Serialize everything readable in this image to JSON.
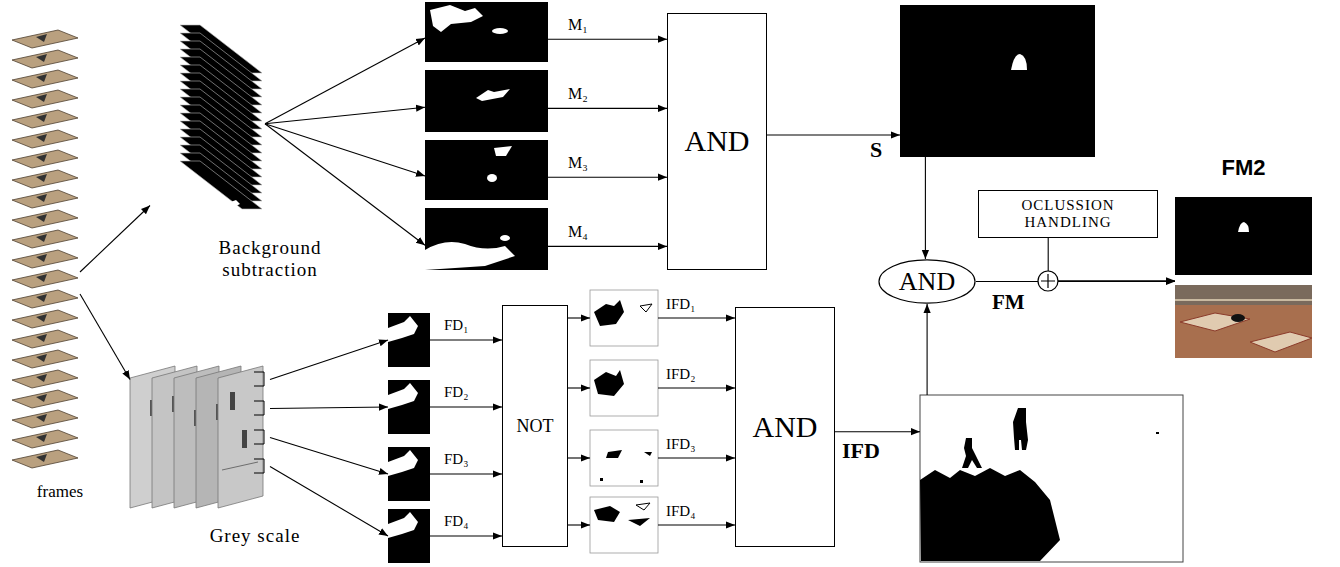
{
  "diagram": {
    "nodes": [
      {
        "text": [
          "frames"
        ]
      },
      {
        "text": [
          "Background subtraction"
        ]
      },
      {
        "text": [
          "M₁"
        ]
      },
      {
        "text": [
          "M₂"
        ]
      },
      {
        "text": [
          "M₃"
        ]
      },
      {
        "text": [
          "M₄"
        ]
      },
      {
        "text": [
          "AND"
        ]
      },
      {
        "text": [
          "S"
        ]
      },
      {
        "text": [
          "OCLUSSION HANDLING"
        ]
      },
      {
        "text": [
          "FM2"
        ]
      },
      {
        "text": [
          "AND"
        ]
      },
      {
        "text": [
          "Grey scale"
        ]
      },
      {
        "text": [
          "FD₁"
        ]
      },
      {
        "text": [
          "FD₂"
        ]
      },
      {
        "text": [
          "FD₃"
        ]
      },
      {
        "text": [
          "FD₄"
        ]
      },
      {
        "text": [
          "NOT"
        ]
      },
      {
        "text": [
          "IFD₁"
        ]
      },
      {
        "text": [
          "IFD₂"
        ]
      },
      {
        "text": [
          "IFD₃"
        ]
      },
      {
        "text": [
          "IFD₄"
        ]
      },
      {
        "text": [
          "AND"
        ]
      },
      {
        "text": [
          "IFD"
        ]
      }
    ],
    "edges": [
      {
        "from": 0,
        "to": 1,
        "arrow": "to"
      },
      {
        "from": 0,
        "to": 11,
        "arrow": "to"
      },
      {
        "from": 1,
        "to": 2,
        "arrow": "to"
      },
      {
        "from": 1,
        "to": 3,
        "arrow": "to"
      },
      {
        "from": 1,
        "to": 4,
        "arrow": "to"
      },
      {
        "from": 1,
        "to": 5,
        "arrow": "to"
      },
      {
        "from": 2,
        "to": 6,
        "arrow": "to"
      },
      {
        "from": 3,
        "to": 6,
        "arrow": "to"
      },
      {
        "from": 4,
        "to": 6,
        "arrow": "to"
      },
      {
        "from": 5,
        "to": 6,
        "arrow": "to"
      },
      {
        "from": 6,
        "to": 7,
        "arrow": "to"
      },
      {
        "from": 7,
        "to": 10,
        "arrow": "to"
      },
      {
        "from": 11,
        "to": 12,
        "arrow": "to"
      },
      {
        "from": 11,
        "to": 13,
        "arrow": "to"
      },
      {
        "from": 11,
        "to": 14,
        "arrow": "to"
      },
      {
        "from": 11,
        "to": 15,
        "arrow": "to"
      },
      {
        "from": 12,
        "to": 16,
        "arrow": "to"
      },
      {
        "from": 13,
        "to": 16,
        "arrow": "to"
      },
      {
        "from": 14,
        "to": 16,
        "arrow": "to"
      },
      {
        "from": 15,
        "to": 16,
        "arrow": "to"
      },
      {
        "from": 16,
        "to": 17,
        "arrow": "to"
      },
      {
        "from": 16,
        "to": 18,
        "arrow": "to"
      },
      {
        "from": 16,
        "to": 19,
        "arrow": "to"
      },
      {
        "from": 16,
        "to": 20,
        "arrow": "to"
      },
      {
        "from": 17,
        "to": 21,
        "arrow": "to"
      },
      {
        "from": 18,
        "to": 21,
        "arrow": "to"
      },
      {
        "from": 19,
        "to": 21,
        "arrow": "to"
      },
      {
        "from": 20,
        "to": 21,
        "arrow": "to"
      },
      {
        "from": 21,
        "to": 22,
        "arrow": "to"
      },
      {
        "from": 22,
        "to": 10,
        "arrow": "to"
      },
      {
        "from": 10,
        "to": 9,
        "label": "FM",
        "arrow": "to"
      },
      {
        "from": 8,
        "to": 9,
        "arrow": "to"
      }
    ]
  }
}
